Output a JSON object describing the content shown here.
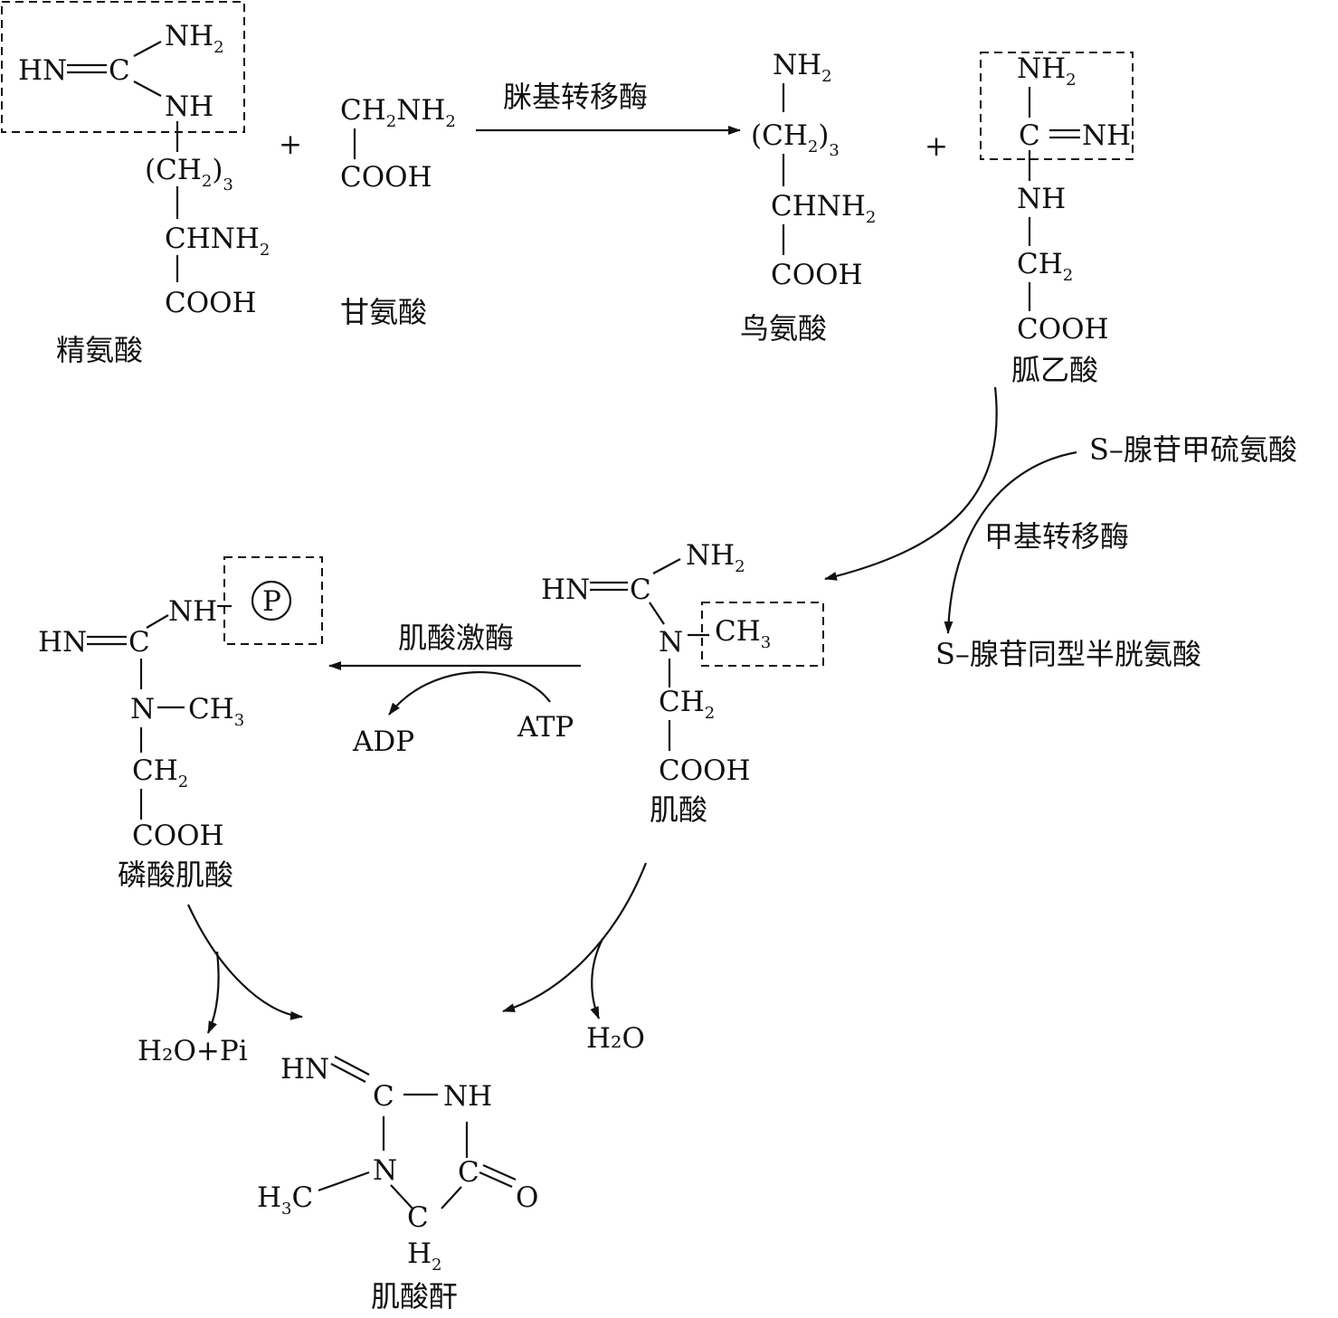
{
  "compounds": {
    "arginine": "精氨酸",
    "glycine": "甘氨酸",
    "ornithine": "鸟氨酸",
    "guanidinoacetate": "胍乙酸",
    "creatine": "肌酸",
    "phosphocreatine": "磷酸肌酸",
    "creatinine": "肌酸酐"
  },
  "enzymes": {
    "amidinotransferase": "脒基转移酶",
    "methyltransferase": "甲基转移酶",
    "creatine_kinase": "肌酸激酶"
  },
  "cosubstrates": {
    "sam": "S–腺苷甲硫氨酸",
    "sah": "S–腺苷同型半胱氨酸",
    "atp": "ATP",
    "adp": "ADP",
    "h2o": "H₂O",
    "h2o_pi": "H₂O+Pi"
  },
  "symbols": {
    "plus": "+",
    "phosphate": "P"
  }
}
